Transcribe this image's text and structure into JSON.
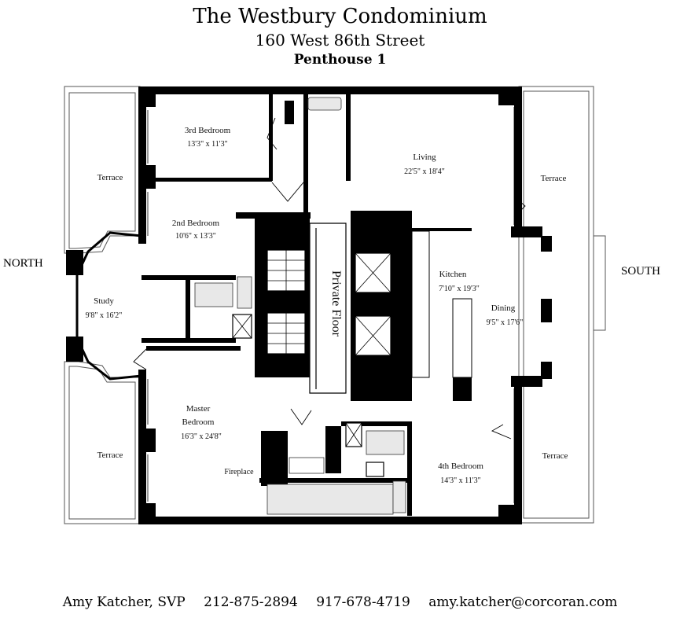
{
  "header": {
    "title": "The Westbury Condominium",
    "address": "160 West 86th Street",
    "unit": "Penthouse 1"
  },
  "directions": {
    "north": "NORTH",
    "south": "SOUTH"
  },
  "rooms": {
    "bedroom3": {
      "name": "3rd Bedroom",
      "dims": "13'3\" x 11'3\""
    },
    "bedroom2": {
      "name": "2nd Bedroom",
      "dims": "10'6\" x 13'3\""
    },
    "living": {
      "name": "Living",
      "dims": "22'5\" x 18'4\""
    },
    "study": {
      "name": "Study",
      "dims": "9'8\" x 16'2\""
    },
    "kitchen": {
      "name": "Kitchen",
      "dims": "7'10\" x 19'3\""
    },
    "dining": {
      "name": "Dining",
      "dims": "9'5\" x 17'6\""
    },
    "master": {
      "name1": "Master",
      "name2": "Bedroom",
      "dims": "16'3\" x 24'8\""
    },
    "bedroom4": {
      "name": "4th Bedroom",
      "dims": "14'3\" x 11'3\""
    },
    "private_floor": "Private Floor",
    "fireplace": "Fireplace"
  },
  "terraces": {
    "nw": "Terrace",
    "sw_left": "Terrace",
    "ne": "Terrace",
    "se": "Terrace"
  },
  "footer": {
    "agent": "Amy Katcher, SVP",
    "phone1": "212-875-2894",
    "phone2": "917-678-4719",
    "email": "amy.katcher@corcoran.com"
  }
}
